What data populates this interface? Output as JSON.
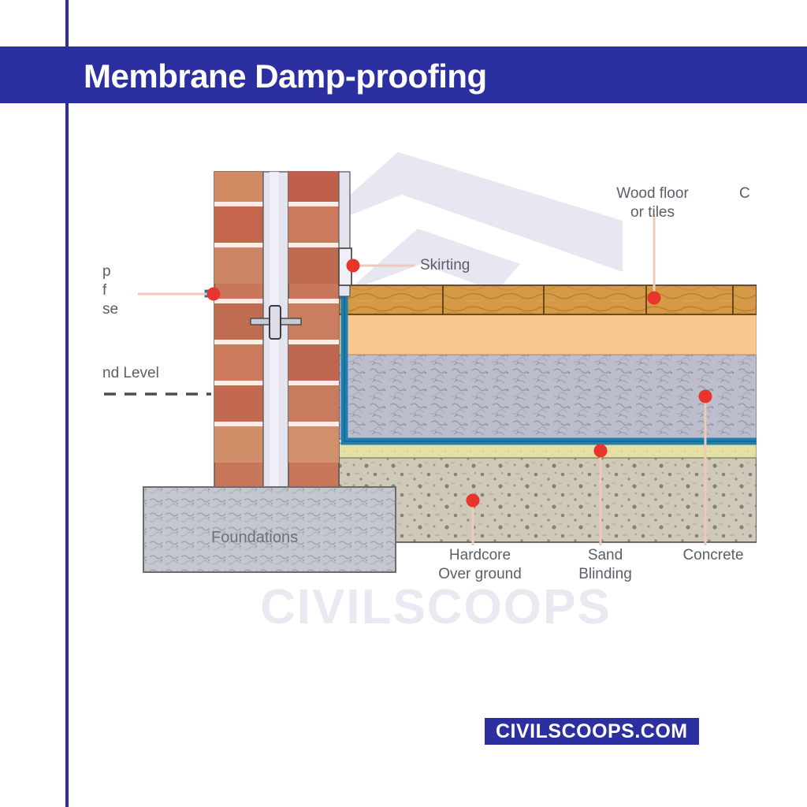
{
  "page": {
    "title": "Membrane Damp-proofing",
    "accent_color": "#2B2FA0",
    "background": "#ffffff"
  },
  "header": {
    "title": "Membrane Damp-proofing"
  },
  "watermark": {
    "text": "CIVILSCOOPS",
    "shape": "chevron-roof-logo",
    "color": "#E9E9F2"
  },
  "footer": {
    "badge_text": "CIVILSCOOPS.COM",
    "badge_color": "#2B2FA0"
  },
  "diagram": {
    "name": "membrane-damp-proofing-section",
    "labels": {
      "damp_proof_course": "p\nf\nse",
      "ground_level": "nd Level",
      "skirting": "Skirting",
      "wood_floor": "Wood floor\nor tiles",
      "clipped_right": "C",
      "hardcore": "Hardcore\nOver ground",
      "sand_blinding": "Sand\nBlinding",
      "concrete": "Concrete",
      "foundations": "Foundations"
    },
    "layers": [
      {
        "name": "wood-floor-or-tiles",
        "color": "#C98A3C"
      },
      {
        "name": "screed",
        "color": "#F6C38B"
      },
      {
        "name": "concrete-slab",
        "color": "#B9BCC9"
      },
      {
        "name": "damp-proof-membrane",
        "color": "#1E7FB0"
      },
      {
        "name": "sand-blinding",
        "color": "#E3E0A8"
      },
      {
        "name": "hardcore-over-ground",
        "color": "#CFC9BA"
      },
      {
        "name": "foundations",
        "color": "#C3C5CC"
      }
    ],
    "wall": {
      "outer_leaf": "brick",
      "inner_leaf": "brick",
      "cavity": "air-gap",
      "tie": "wall-tie",
      "brick_color": "#C9775A",
      "mortar_color": "#FBEDE6"
    },
    "markers": {
      "color": "#E8342B",
      "leader_color": "#F0C6BC",
      "count": 7
    }
  }
}
